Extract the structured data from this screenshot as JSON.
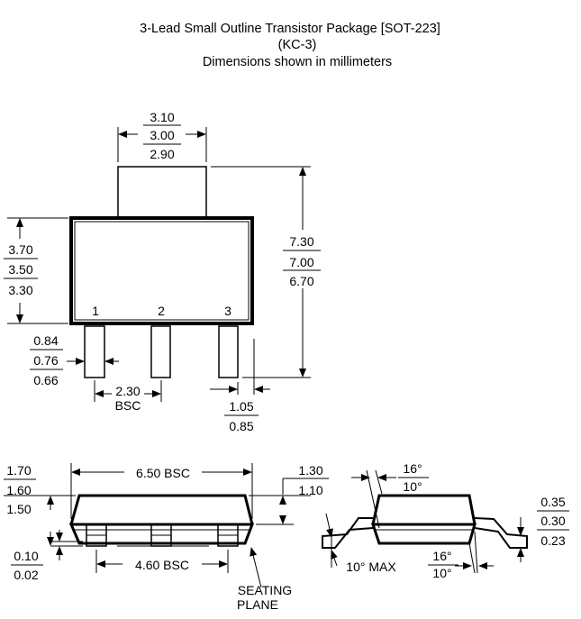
{
  "title": {
    "line1": "3-Lead Small Outline Transistor Package [SOT-223]",
    "line2": "(KC-3)",
    "line3": "Dimensions shown in millimeters"
  },
  "top_view": {
    "tab_width": {
      "max": "3.10",
      "nom": "3.00",
      "min": "2.90"
    },
    "body_height": {
      "max": "3.70",
      "nom": "3.50",
      "min": "3.30"
    },
    "overall_length": {
      "max": "7.30",
      "nom": "7.00",
      "min": "6.70"
    },
    "lead_width": {
      "max": "0.84",
      "nom": "0.76",
      "min": "0.66"
    },
    "pitch": {
      "value": "2.30",
      "suffix": "BSC"
    },
    "lead_length": {
      "max": "1.05",
      "min": "0.85"
    },
    "pin_labels": [
      "1",
      "2",
      "3"
    ]
  },
  "side_view": {
    "body_length": "6.50 BSC",
    "height": {
      "max": "1.70",
      "nom": "1.60",
      "min": "1.50"
    },
    "standoff": {
      "max": "0.10",
      "min": "0.02"
    },
    "outer_lead_span": "4.60 BSC",
    "tab_height": {
      "max": "1.30",
      "min": "1.10"
    },
    "seating_plane": [
      "SEATING",
      "PLANE"
    ]
  },
  "end_view": {
    "draft_top": {
      "max": "16°",
      "min": "10°"
    },
    "draft_bottom": {
      "max": "16°",
      "min": "10°"
    },
    "lead_angle": "10° MAX",
    "lead_thickness": {
      "max": "0.35",
      "nom": "0.30",
      "min": "0.23"
    }
  }
}
